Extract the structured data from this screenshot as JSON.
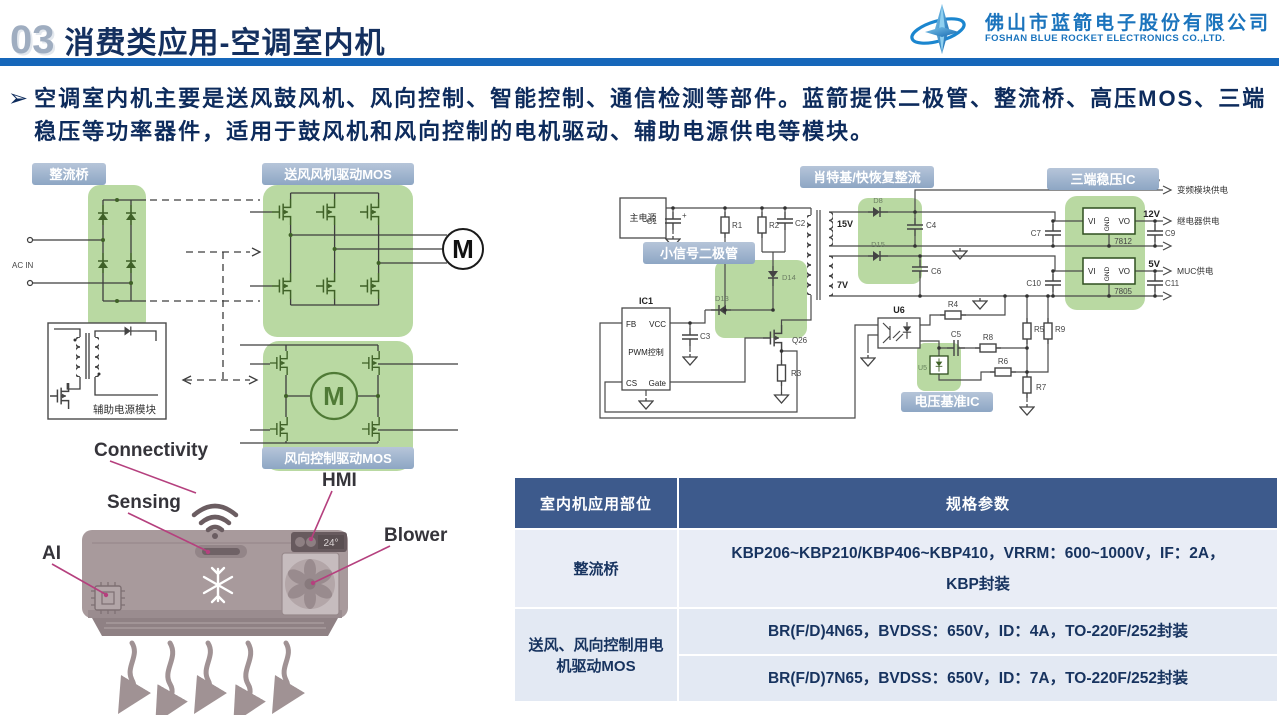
{
  "header": {
    "number": "03",
    "title": "消费类应用-空调室内机",
    "company_cn": "佛山市蓝箭电子股份有限公司",
    "company_en": "FOSHAN BLUE ROCKET ELECTRONICS CO.,LTD."
  },
  "intro": {
    "bullet": "➢",
    "text": "空调室内机主要是送风鼓风机、风向控制、智能控制、通信检测等部件。蓝箭提供二极管、整流桥、高压MOS、三端稳压等功率器件，适用于鼓风机和风向控制的电机驱动、辅助电源供电等模块。"
  },
  "left_diagram": {
    "badge_rectifier": "整流桥",
    "badge_blower_mos": "送风风机驱动MOS",
    "badge_wind_mos": "风向控制驱动MOS",
    "ac_in": "AC IN",
    "aux_module": "辅助电源模块",
    "motor": "M"
  },
  "ac_unit": {
    "connectivity": "Connectivity",
    "sensing": "Sensing",
    "hmi": "HMI",
    "blower": "Blower",
    "ai": "AI",
    "temperature": "24°"
  },
  "right_diagram": {
    "badge_schottky": "肖特基/快恢复整流",
    "badge_ldo": "三端稳压IC",
    "badge_small_signal": "小信号二极管",
    "badge_vref": "电压基准IC",
    "main_power": "主电源",
    "winding_15v": "15V",
    "winding_7v": "7V",
    "outputs": [
      {
        "voltage": "15V",
        "load": "变频模块供电"
      },
      {
        "voltage": "12V",
        "load": "继电器供电"
      },
      {
        "voltage": "5V",
        "load": "MUC供电"
      }
    ],
    "regulator_pins": {
      "vi": "VI",
      "gnd": "GND",
      "vo": "VO"
    },
    "regulator_7812": "7812",
    "regulator_7805": "7805",
    "ic1": {
      "name": "IC1",
      "fb": "FB",
      "vcc": "VCC",
      "pwm": "PWM控制",
      "cs": "CS",
      "gate": "Gate"
    },
    "refs": {
      "plus": "+",
      "c1": "C1",
      "r1": "R1",
      "r2": "R2",
      "c2": "C2",
      "d14": "D14",
      "d13": "D13",
      "d8": "D8",
      "d15": "D15",
      "c4": "C4",
      "c6": "C6",
      "c3": "C3",
      "q26": "Q26",
      "r3": "R3",
      "u6": "U6",
      "u5": "U5",
      "c5": "C5",
      "r4": "R4",
      "r8": "R8",
      "r6": "R6",
      "r5": "R5",
      "r9": "R9",
      "r7": "R7",
      "c7": "C7",
      "c9": "C9",
      "c10": "C10",
      "c11": "C11"
    }
  },
  "table": {
    "headers": [
      "室内机应用部位",
      "规格参数"
    ],
    "rows": [
      {
        "part": "整流桥",
        "specs": [
          "KBP206~KBP210/KBP406~KBP410，VRRM：600~1000V，IF：2A，KBP封装"
        ]
      },
      {
        "part": "送风、风向控制用电机驱动MOS",
        "specs": [
          "BR(F/D)4N65，BVDSS：650V，ID：4A，TO-220F/252封装",
          "BR(F/D)7N65，BVDSS：650V，ID：7A，TO-220F/252封装"
        ]
      }
    ]
  },
  "colors": {
    "accent_blue": "#1667BA",
    "title_navy": "#14305F",
    "badge_blue": "#9FB4CD",
    "highlight_green": "#A9D18E",
    "table_header": "#3D5A8C",
    "callout_pink": "#B5407E"
  }
}
